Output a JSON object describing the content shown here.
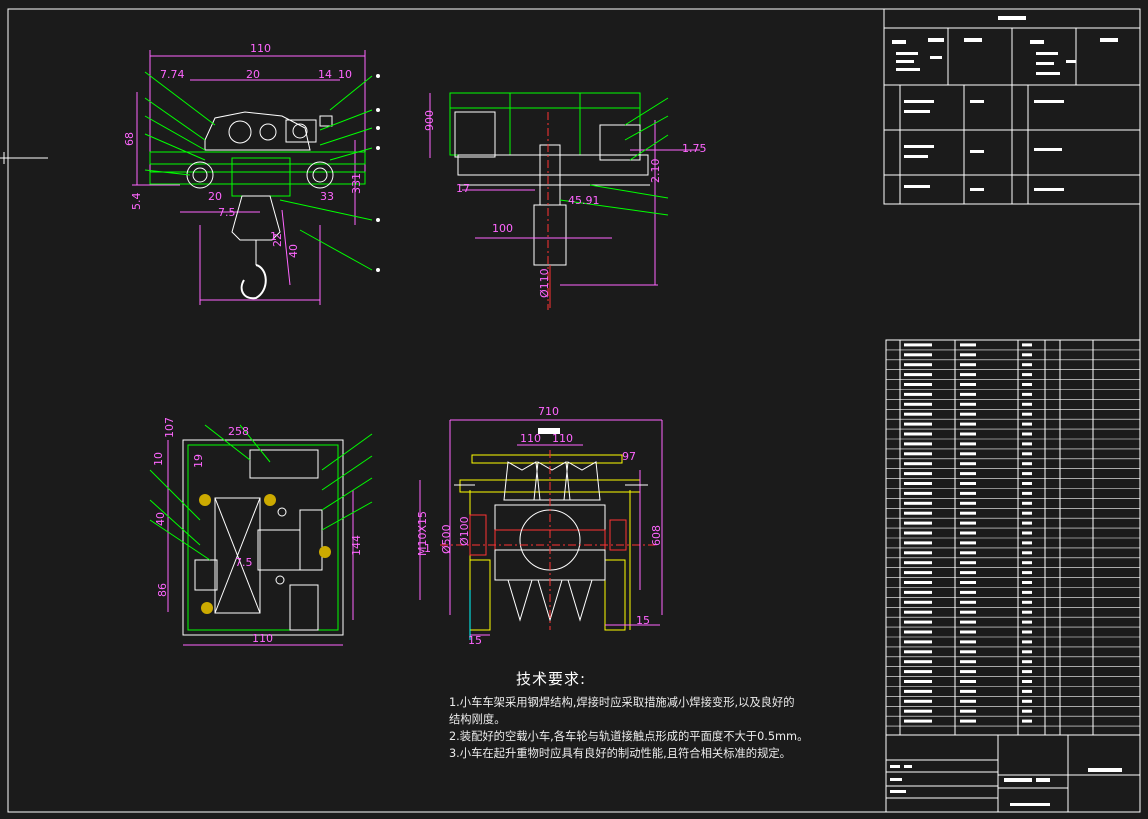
{
  "colors": {
    "background": "#1b1b1b",
    "frame": "#ffffff",
    "part": "#00ff00",
    "dimension": "#ff66ff",
    "leader": "#00ff00",
    "yellow": "#ffff00",
    "red": "#ff3333",
    "cyan": "#00ffff"
  },
  "views": {
    "front": {
      "dims": [
        "110",
        "7.74",
        "20",
        "14",
        "10",
        "68",
        "20",
        "7.5",
        "33",
        "5.4",
        "331",
        "1",
        "22",
        "40"
      ]
    },
    "side": {
      "dims": [
        "900",
        "1.75",
        "17",
        "2.10",
        "100",
        "45.91",
        "Ø110"
      ]
    },
    "top": {
      "dims": [
        "107",
        "258",
        "10",
        "19",
        "40",
        "86",
        "144",
        "7.5",
        "110"
      ]
    },
    "section": {
      "dims": [
        "710",
        "110",
        "110",
        "97",
        "M10X15",
        "Ø500",
        "Ø100",
        "1",
        "608",
        "15",
        "15"
      ]
    }
  },
  "tech_requirements": {
    "title": "技术要求:",
    "lines": [
      "1.小车车架采用钢焊结构,焊接时应采取措施减小焊接变形,以及良好的",
      "结构刚度。",
      "2.装配好的空载小车,各车轮与轨道接触点形成的平面度不大于0.5mm。",
      "3.小车在起升重物时应具有良好的制动性能,且符合相关标准的规定。"
    ]
  }
}
